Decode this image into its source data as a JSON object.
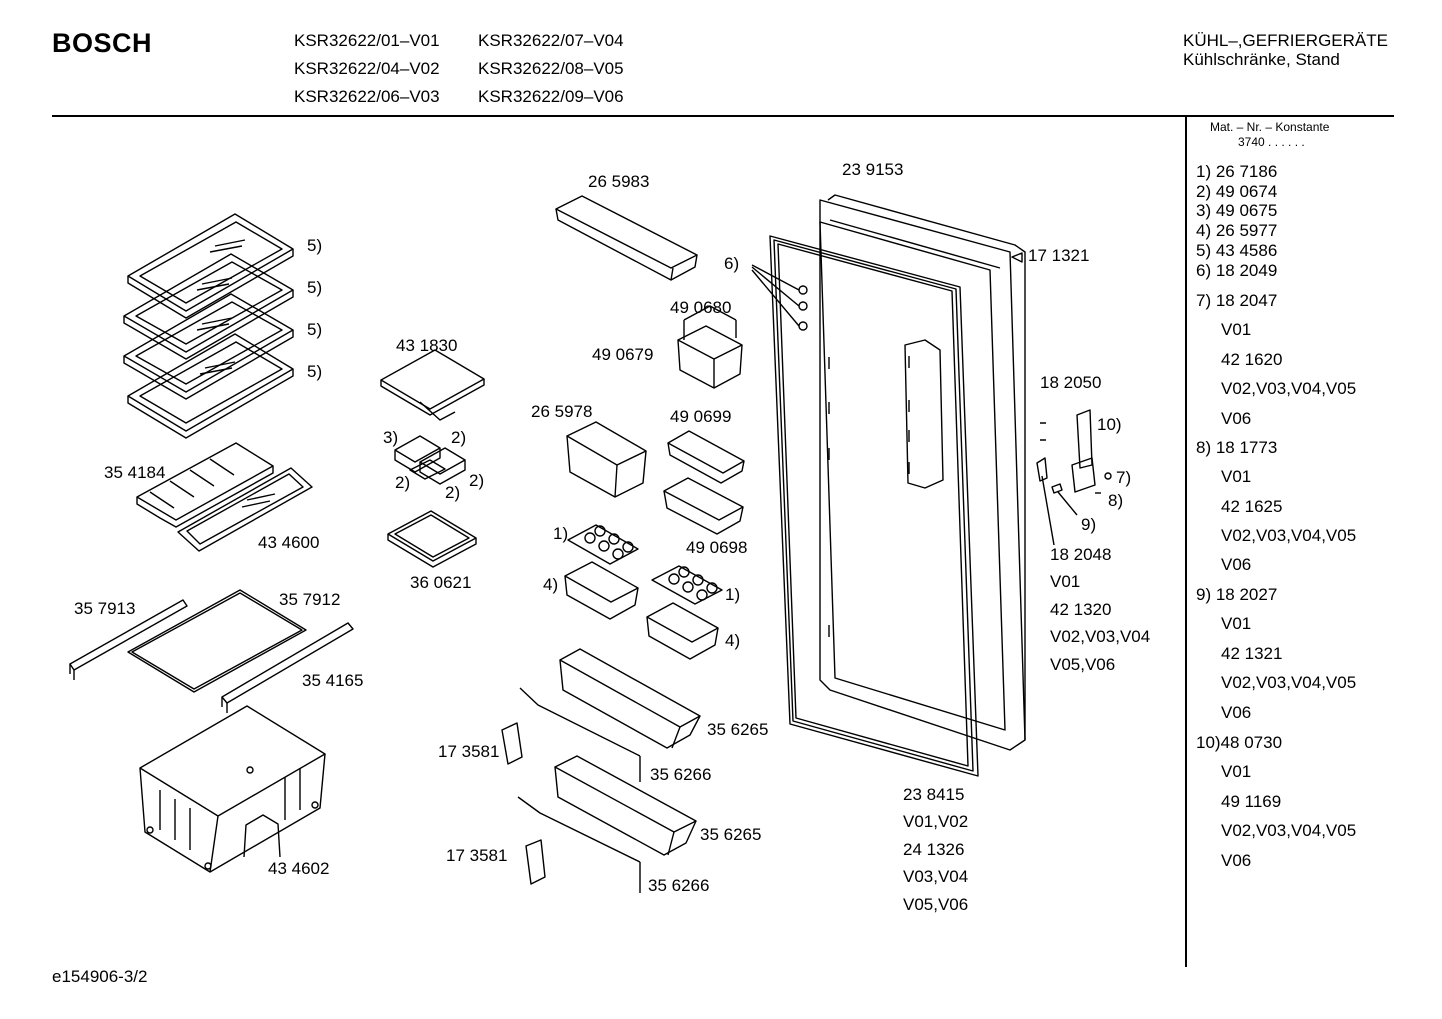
{
  "header": {
    "brand": "BOSCH",
    "models": [
      "KSR32622/01–V01",
      "KSR32622/07–V04",
      "KSR32622/04–V02",
      "KSR32622/08–V05",
      "KSR32622/06–V03",
      "KSR32622/09–V06"
    ],
    "category_line1": "KÜHL–,GEFRIERGERÄTE",
    "category_line2": "Kühlschränke, Stand"
  },
  "sidebar": {
    "heading": "Mat. – Nr. – Konstante",
    "constant": "3740  .  .  .  .  .  .",
    "items": [
      "1) 26 7186",
      "2) 49 0674",
      "3) 49 0675",
      "4) 26 5977",
      "5) 43 4586",
      "6) 18 2049",
      "7) 18 2047",
      "V01",
      "42 1620",
      "V02,V03,V04,V05",
      "V06",
      "8) 18 1773",
      "V01",
      "42 1625",
      "V02,V03,V04,V05",
      "V06",
      "9) 18 2027",
      "V01",
      "42 1321",
      "V02,V03,V04,V05",
      "V06",
      "10)48 0730",
      "V01",
      "49 1169",
      "V02,V03,V04,V05",
      "V06"
    ]
  },
  "labels": [
    "26 5983",
    "23 9153",
    "5)",
    "5)",
    "5)",
    "5)",
    "17 1321",
    "6)",
    "49 0680",
    "49 0679",
    "43 1830",
    "18 2050",
    "26 5978",
    "49 0699",
    "10)",
    "3)",
    "2)",
    "2)",
    "2)",
    "2)",
    "7)",
    "35 4184",
    "8)",
    "9)",
    "1)",
    "49 0698",
    "43 4600",
    "18 2048",
    "V01",
    "36 0621",
    "4)",
    "1)",
    "42 1320",
    "35 7913",
    "35 7912",
    "4)",
    "V02,V03,V04",
    "V05,V06",
    "35 4165",
    "35 6265",
    "17 3581",
    "35 6266",
    "23 8415",
    "V01,V02",
    "35 6265",
    "17 3581",
    "24 1326",
    "43 4602",
    "V03,V04",
    "35 6266",
    "V05,V06"
  ],
  "footer": "e154906-3/2"
}
